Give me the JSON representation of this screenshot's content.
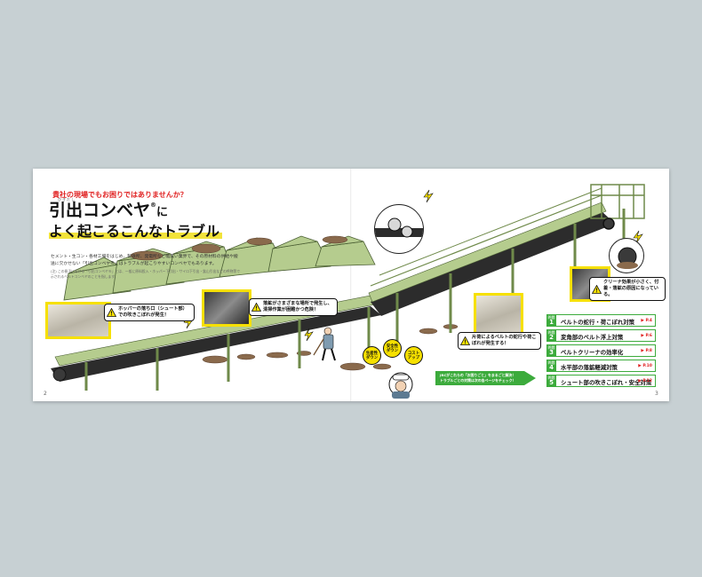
{
  "left_page": {
    "kicker": "貴社の現場でもお困りではありませんか？",
    "title_ruby": "ひきだし",
    "title_line1": "引出コンベヤ",
    "title_sup": "®",
    "title_particle": "に",
    "title_line2": "よく起こるこんなトラブル",
    "intro": "セメント・生コン・各材工場をはじめ、製鉄所、発電所など幅広い業界で、その原材料の供給や搬送に欠かせない「引出コンベヤ®」はトラブルが起こりやすいコンベヤでもあります。",
    "note": "(注) この冊子における「引出コンベヤ®」とは、一般に原料投入・ホッパー下引出・サイロ下引出・鉱山引出などの呼称等で示されるベルトコンベヤのことを指します。",
    "page_number": "2"
  },
  "callouts": {
    "hopper": "ホッパーの落ち口（シュート部）での吹きこぼれが発生！",
    "scattered": "落鉱がさまざまな場所で発生し、清掃作業が困難かつ危険！",
    "belt_walk": "片荷によるベルトの蛇行や荷こぼれが発生する！",
    "cleaner": "クリーナ効果が小さく、付着・落鉱の原因になっている。"
  },
  "badges": {
    "productivity": [
      "生産性",
      "ダウン"
    ],
    "safety": [
      "安全性",
      "ダウン"
    ],
    "cost": [
      "コスト",
      "アップ"
    ]
  },
  "banner": {
    "line1": "JRCがこれらの「お困りごと」をまるごと解決！",
    "line2": "トラブルごとの対策は次の各ページをチェック！"
  },
  "troubles": [
    {
      "tab": "問題",
      "num": "1",
      "label": "ベルトの蛇行・荷こぼれ対策",
      "page": "▶ P.4"
    },
    {
      "tab": "問題",
      "num": "2",
      "label": "変角部のベルト浮上対策",
      "page": "▶ P.6"
    },
    {
      "tab": "問題",
      "num": "3",
      "label": "ベルトクリーナの効率化",
      "page": "▶ P.8"
    },
    {
      "tab": "問題",
      "num": "4",
      "label": "水平部の落鉱軽減対策",
      "page": "▶ P.10"
    },
    {
      "tab": "問題",
      "num": "5",
      "label": "シュート部の吹きこぼれ・安全対策",
      "page": "▶ P.12"
    }
  ],
  "right_page": {
    "page_number": "3"
  },
  "colors": {
    "frame": "#b5cc8e",
    "frame_dark": "#6f8a4a",
    "accent_red": "#e02020",
    "accent_yellow": "#f6e000",
    "accent_green": "#3cab3c",
    "belt": "#2c2c2c",
    "ore": "#8a6a4c"
  }
}
